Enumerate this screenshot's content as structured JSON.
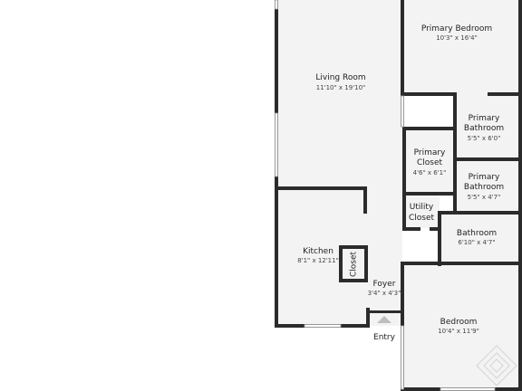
{
  "rooms": {
    "primary_bedroom": {
      "name": "Primary Bedroom",
      "dims": "10'3\" x 16'4\""
    },
    "living_room": {
      "name": "Living Room",
      "dims": "11'10\" x 19'10\""
    },
    "primary_bathroom_1": {
      "name_line1": "Primary",
      "name_line2": "Bathroom",
      "dims": "5'5\" x 6'0\""
    },
    "primary_closet": {
      "name_line1": "Primary",
      "name_line2": "Closet",
      "dims": "4'6\" x 6'1\""
    },
    "primary_bathroom_2": {
      "name_line1": "Primary",
      "name_line2": "Bathroom",
      "dims": "5'5\" x 4'7\""
    },
    "utility_closet": {
      "name_line1": "Utility",
      "name_line2": "Closet"
    },
    "bathroom": {
      "name": "Bathroom",
      "dims": "6'10\" x 4'7\""
    },
    "kitchen": {
      "name": "Kitchen",
      "dims": "8'1\" x 12'11\""
    },
    "closet": {
      "name": "Closet"
    },
    "foyer": {
      "name": "Foyer",
      "dims": "3'4\" x 4'3\""
    },
    "bedroom": {
      "name": "Bedroom",
      "dims": "10'4\" x 11'9\""
    }
  },
  "entry": {
    "label": "Entry"
  },
  "colors": {
    "wall": "#2b2b2b",
    "floor": "#f3f3f3",
    "window": "#ffffff"
  },
  "icons": {
    "entry_marker": "entry-arrow-icon",
    "watermark": "diamond-watermark-icon"
  }
}
